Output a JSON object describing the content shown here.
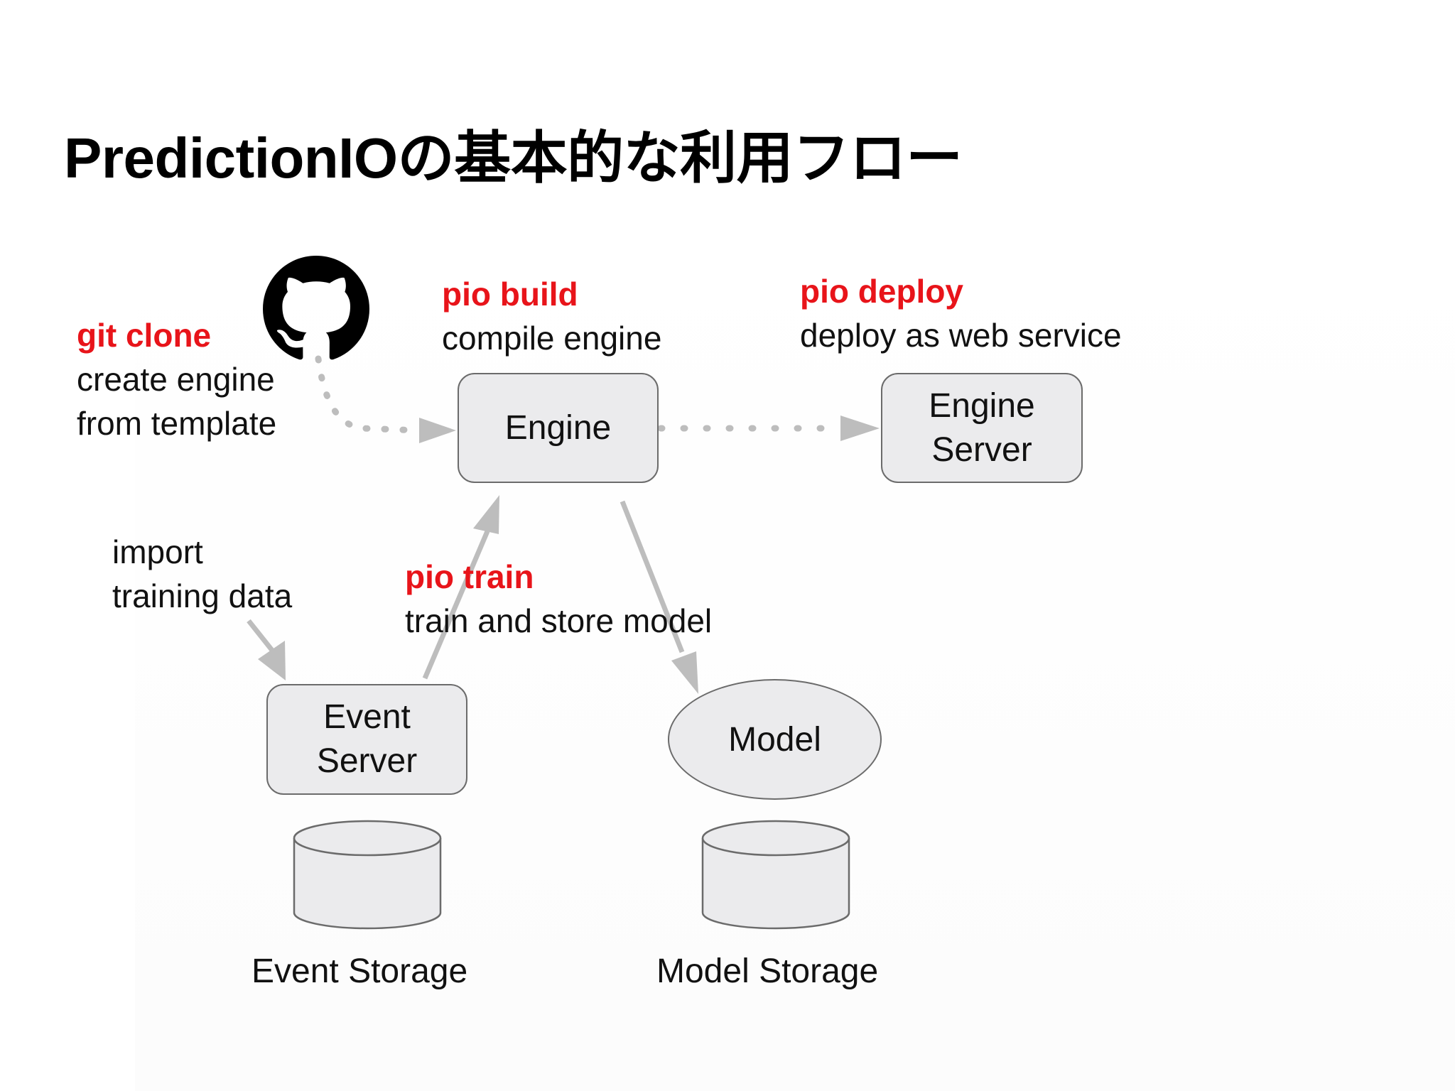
{
  "title": "PredictionIOの基本的な利用フロー",
  "steps": {
    "git_clone": {
      "command": "git clone",
      "description_lines": [
        "create engine",
        "from template"
      ]
    },
    "pio_build": {
      "command": "pio build",
      "description": "compile engine"
    },
    "pio_deploy": {
      "command": "pio deploy",
      "description": "deploy as web service"
    },
    "import": {
      "description_lines": [
        "import",
        "training data"
      ]
    },
    "pio_train": {
      "command": "pio train",
      "description": "train and store model"
    }
  },
  "nodes": {
    "engine": "Engine",
    "engine_server": [
      "Engine",
      "Server"
    ],
    "event_server": [
      "Event",
      "Server"
    ],
    "model": "Model"
  },
  "storage": {
    "event": "Event Storage",
    "model": "Model Storage"
  },
  "icons": {
    "repository": "github-icon"
  },
  "colors": {
    "command": "#e8141a",
    "node_fill": "#ebebed",
    "node_border": "#6b6b6b",
    "arrow": "#bdbdbd"
  }
}
